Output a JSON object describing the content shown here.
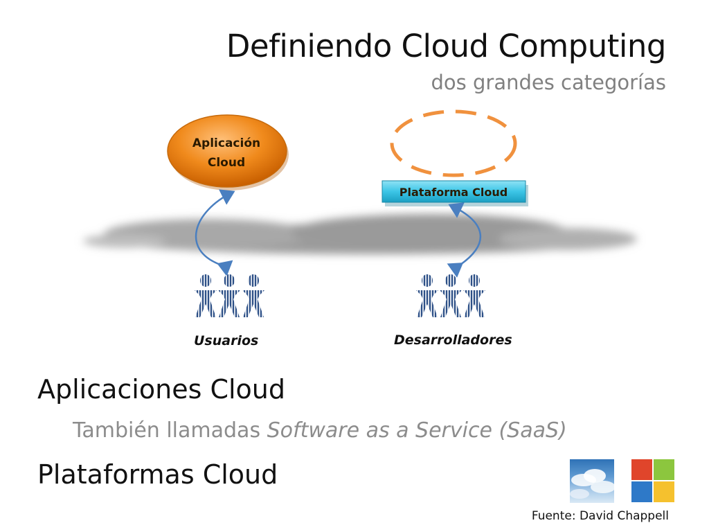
{
  "slide": {
    "title": "Definiendo Cloud Computing",
    "subtitle": "dos grandes categorías"
  },
  "diagram": {
    "app_node": {
      "line1": "Aplicación",
      "line2": "Cloud"
    },
    "platform_node": {
      "label": "Plataforma Cloud"
    },
    "users_label": "Usuarios",
    "developers_label": "Desarrolladores",
    "colors": {
      "app_orange": "#f08a1c",
      "dashed_orange": "#f0913e",
      "platform_cyan": "#3cc5e6",
      "arrow_blue": "#4a7fc0",
      "people_blue": "#2c4f86"
    }
  },
  "bullets": {
    "b1": "Aplicaciones Cloud",
    "b1_sub_plain": "También llamadas ",
    "b1_sub_italic": "Software as a Service (SaaS)",
    "b2": "Plataformas Cloud"
  },
  "footer": {
    "source": "Fuente: David Chappell",
    "images": [
      "cloud-sky-photo",
      "windows-logo"
    ]
  }
}
